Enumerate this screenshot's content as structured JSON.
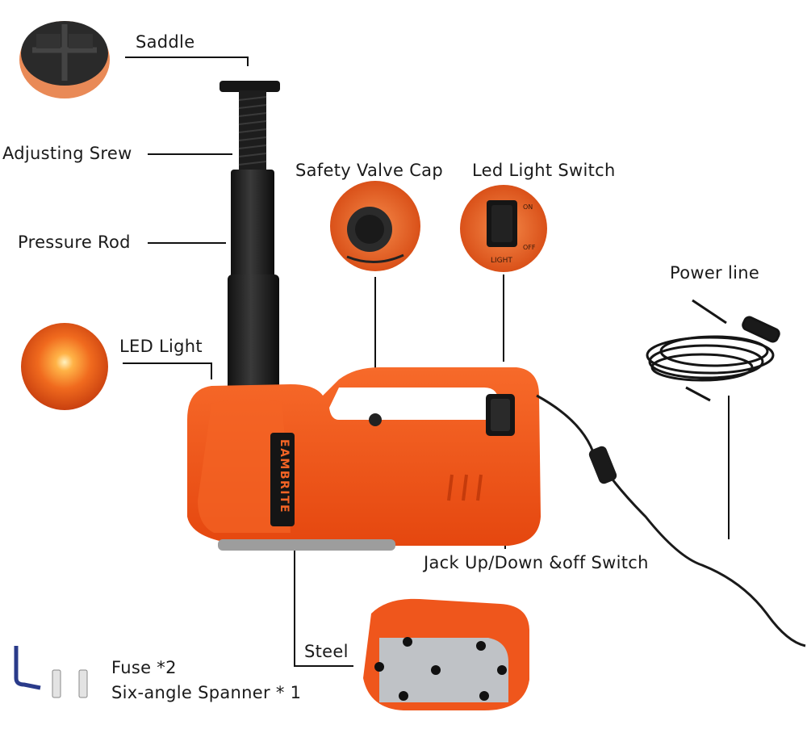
{
  "labels": {
    "saddle": "Saddle",
    "adjusting_screw": "Adjusting Srew",
    "pressure_rod": "Pressure Rod",
    "led_light": "LED Light",
    "safety_valve_cap": "Safety Valve Cap",
    "led_light_switch": "Led Light Switch",
    "power_line": "Power line",
    "jack_switch": "Jack Up/Down &off Switch",
    "steel": "Steel",
    "fuse": "Fuse *2",
    "spanner": "Six-angle Spanner * 1"
  },
  "brand": "EAMBRITE",
  "switch_text": {
    "on": "ON",
    "off": "OFF",
    "light": "LIGHT"
  },
  "colors": {
    "body_orange": "#f0531c",
    "dark": "#1b1b1b"
  }
}
